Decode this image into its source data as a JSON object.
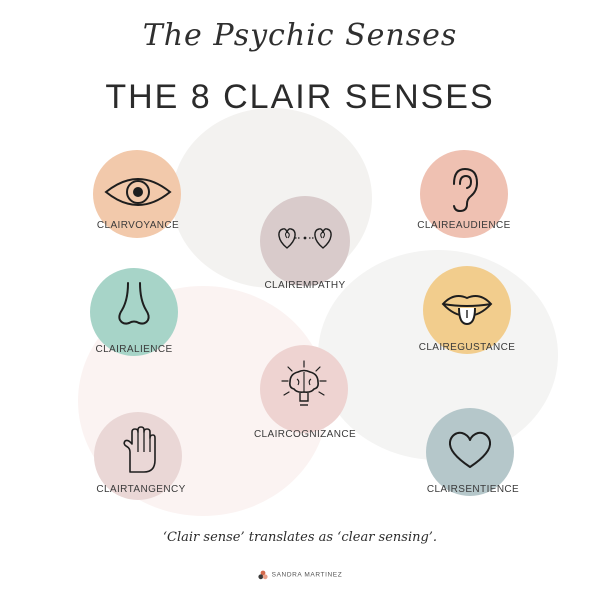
{
  "header": {
    "script_title": "The Psychic Senses",
    "main_title": "THE 8 CLAIR SENSES"
  },
  "senses": {
    "clairvoyance": {
      "label": "CLAIRVOYANCE",
      "icon": "eye-icon",
      "color": "#f2c9ab"
    },
    "claireaudience": {
      "label": "CLAIREAUDIENCE",
      "icon": "ear-icon",
      "color": "#efc1b2"
    },
    "clairempathy": {
      "label": "CLAIREMPATHY",
      "icon": "hearts-icon",
      "color": "#d9cbcb"
    },
    "clairalience": {
      "label": "CLAIRALIENCE",
      "icon": "nose-icon",
      "color": "#a7d4c8"
    },
    "clairegustance": {
      "label": "CLAIREGUSTANCE",
      "icon": "tongue-icon",
      "color": "#f2cd8d"
    },
    "claircognizance": {
      "label": "CLAIRCOGNIZANCE",
      "icon": "brain-icon",
      "color": "#eed3d1"
    },
    "clairtangency": {
      "label": "CLAIRTANGENCY",
      "icon": "hand-icon",
      "color": "#ead7d6"
    },
    "clairsentience": {
      "label": "CLAIRSENTIENCE",
      "icon": "heart-icon",
      "color": "#b5c7ca"
    }
  },
  "footer": {
    "tagline": "‘Clair sense’ translates as ‘clear sensing’.",
    "brand": "SANDRA MARTINEZ"
  }
}
